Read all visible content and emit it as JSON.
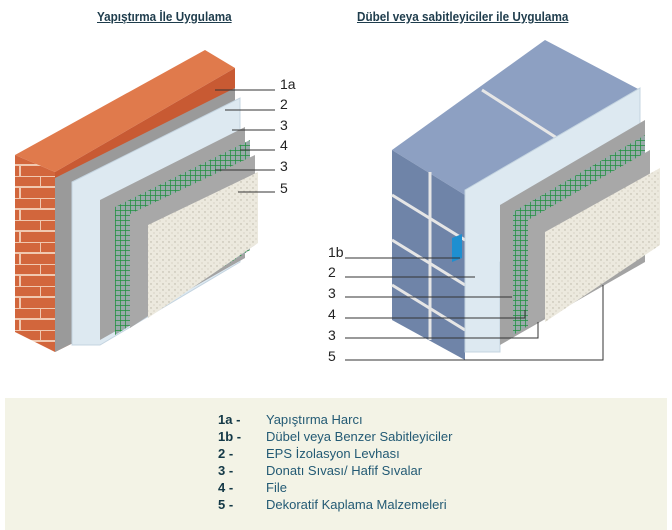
{
  "titles": {
    "left": "Yapıştırma İle Uygulama",
    "right": "Dübel veya sabitleyiciler ile Uygulama"
  },
  "left_labels": [
    "1a",
    "2",
    "3",
    "4",
    "3",
    "5"
  ],
  "right_labels": [
    "1b",
    "2",
    "3",
    "4",
    "3",
    "5"
  ],
  "legend": [
    {
      "key": "1a -",
      "text": "Yapıştırma Harcı"
    },
    {
      "key": "1b -",
      "text": "Dübel veya Benzer Sabitleyiciler"
    },
    {
      "key": "2   -",
      "text": "EPS İzolasyon Levhası"
    },
    {
      "key": "3   -",
      "text": "Donatı Sıvası/ Hafif Sıvalar"
    },
    {
      "key": "4   -",
      "text": "File"
    },
    {
      "key": "5   -",
      "text": "Dekoratif Kaplama Malzemeleri"
    }
  ],
  "colors": {
    "brick": "#d0643a",
    "block": "#6f84a8",
    "eps": "#dde9f1",
    "mesh": "#2f9a4a",
    "finish": "#ece9de",
    "legend_bg": "#f3f3e6"
  }
}
